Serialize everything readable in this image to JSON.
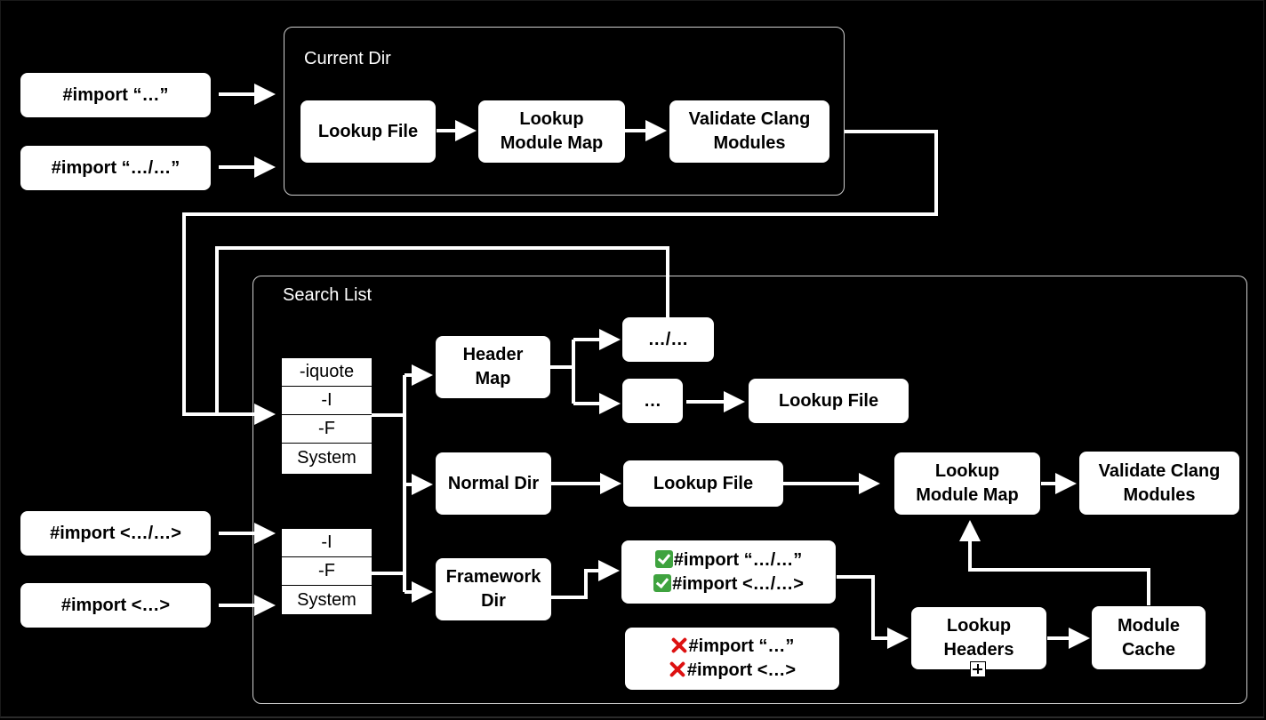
{
  "groups": {
    "current_dir": "Current Dir",
    "search_list": "Search List"
  },
  "inputs": {
    "quote_import": "#import “…”",
    "quote_path_import": "#import “…/…”",
    "angle_path_import": "#import <…/…>",
    "angle_import": "#import <…>"
  },
  "current_dir": {
    "lookup_file": "Lookup File",
    "lookup_module_map": [
      "Lookup",
      "Module Map"
    ],
    "validate_modules": [
      "Validate Clang",
      "Modules"
    ]
  },
  "search_flags_top": [
    "-iquote",
    "-I",
    "-F",
    "System"
  ],
  "search_flags_bottom": [
    "-I",
    "-F",
    "System"
  ],
  "search_list": {
    "header_map": [
      "Header",
      "Map"
    ],
    "normal_dir": "Normal Dir",
    "framework_dir": [
      "Framework",
      "Dir"
    ],
    "path_entry": "…/…",
    "name_entry": "…",
    "header_map_lookup_file": "Lookup File",
    "normal_lookup_file": "Lookup File",
    "lookup_module_map": [
      "Lookup",
      "Module Map"
    ],
    "validate_modules": [
      "Validate Clang",
      "Modules"
    ],
    "lookup_headers": [
      "Lookup",
      "Headers"
    ],
    "module_cache": [
      "Module",
      "Cache"
    ],
    "supported": [
      "#import “…/…”",
      "#import <…/…>"
    ],
    "unsupported": [
      "#import “…”",
      "#import <…>"
    ]
  },
  "icons": {
    "supported": "check-mark-icon",
    "unsupported": "cross-mark-icon",
    "collapse": "plus-box-icon"
  }
}
